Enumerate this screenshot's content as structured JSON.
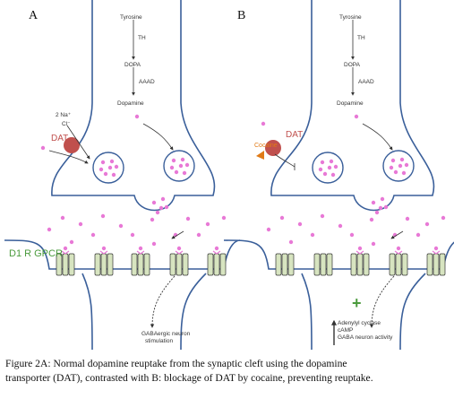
{
  "panel_a": {
    "letter": "A",
    "tyrosine": "Tyrosine",
    "th": "TH",
    "dopa": "DOPA",
    "aaad": "AAAD",
    "dopamine": "Dopamine",
    "na": "2 Na⁺",
    "cl": "Cl⁻",
    "dat": "DAT",
    "d1r": "D1 R GPCR",
    "output_line1": "GABAergic neuron",
    "output_line2": "stimulation"
  },
  "panel_b": {
    "letter": "B",
    "tyrosine": "Tyrosine",
    "th": "TH",
    "dopa": "DOPA",
    "aaad": "AAAD",
    "dopamine": "Dopamine",
    "dat": "DAT",
    "cocaine": "Cocaine",
    "plus": "+",
    "output_line1": "Adenylyl cyclase",
    "output_line2": "cAMP",
    "output_line3": "GABA neuron activity"
  },
  "caption": {
    "line1": "Figure 2A: Normal dopamine reuptake from the synaptic cleft using the dopamine",
    "line2": "transporter (DAT), contrasted with B: blockage of DAT by cocaine, preventing reuptake."
  },
  "colors": {
    "membrane": "#3a5f9a",
    "dopamine": "#e879d6",
    "dat": "#c0504d",
    "cocaine": "#e07a16",
    "receptor": "#d7e4c0",
    "d1r_label": "#4a9a3c"
  }
}
